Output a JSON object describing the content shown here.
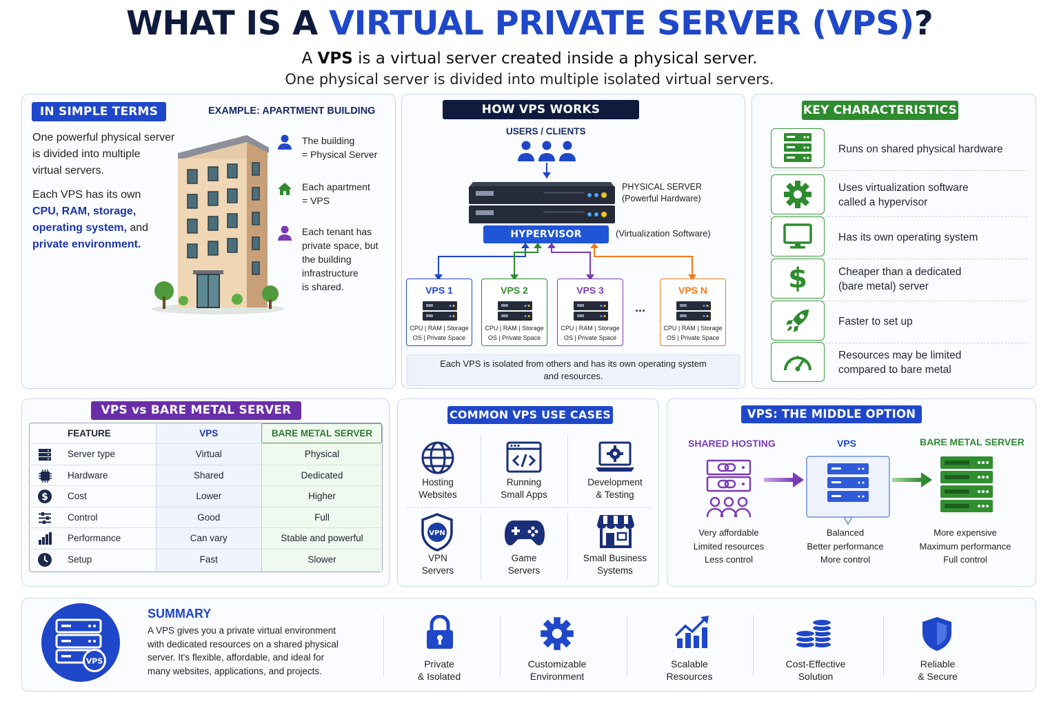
{
  "header": {
    "title_prefix": "WHAT IS A ",
    "title_highlight": "VIRTUAL PRIVATE SERVER (VPS)",
    "title_suffix": "?",
    "subtitle_line1_pre": "A ",
    "subtitle_line1_bold": "VPS",
    "subtitle_line1_post": " is a virtual server created inside a physical server.",
    "subtitle_line2": "One physical server is divided into multiple isolated virtual servers."
  },
  "simple": {
    "badge": "IN SIMPLE TERMS",
    "example_label": "EXAMPLE:  APARTMENT BUILDING",
    "para1": "One powerful physical server\nis divided into multiple\nvirtual servers.",
    "para2_pre": "Each VPS has its own",
    "para2_bold": "CPU, RAM, storage,\noperating system,",
    "para2_and": " and",
    "para2_bold2": "private environment.",
    "bullets": [
      {
        "text": "The building\n= Physical Server",
        "icon": "person-icon"
      },
      {
        "text": "Each apartment\n= VPS",
        "icon": "home-icon"
      },
      {
        "text": "Each tenant has\nprivate space, but\nthe building\ninfrastructure\nis shared.",
        "icon": "tenant-icon"
      }
    ]
  },
  "how": {
    "badge": "HOW VPS WORKS",
    "users_label": "USERS / CLIENTS",
    "physical_label": "PHYSICAL SERVER\n(Powerful Hardware)",
    "hypervisor": "HYPERVISOR",
    "hypervisor_note": "(Virtualization Software)",
    "ellipsis": "...",
    "vps": [
      {
        "name": "VPS 1",
        "color": "#1f47c9",
        "spec": "CPU | RAM | Storage\nOS | Private Space"
      },
      {
        "name": "VPS 2",
        "color": "#2e8b2e",
        "spec": "CPU | RAM | Storage\nOS | Private Space"
      },
      {
        "name": "VPS 3",
        "color": "#7b3bb5",
        "spec": "CPU | RAM | Storage\nOS | Private Space"
      },
      {
        "name": "VPS N",
        "color": "#f07a1a",
        "spec": "CPU | RAM | Storage\nOS | Private Space"
      }
    ],
    "note": "Each VPS is isolated from others and has its own operating system\nand resources."
  },
  "key": {
    "badge": "KEY CHARACTERISTICS",
    "items": [
      {
        "label": "Runs on shared physical hardware",
        "icon": "server-icon"
      },
      {
        "label": "Uses virtualization software\ncalled a hypervisor",
        "icon": "gear-icon"
      },
      {
        "label": "Has its own operating system",
        "icon": "monitor-icon"
      },
      {
        "label": "Cheaper than a dedicated\n(bare metal) server",
        "icon": "dollar-icon"
      },
      {
        "label": "Faster to set up",
        "icon": "rocket-icon"
      },
      {
        "label": "Resources may be limited\ncompared to bare metal",
        "icon": "gauge-icon"
      }
    ]
  },
  "compare": {
    "badge": "VPS vs BARE METAL SERVER",
    "headers": [
      "FEATURE",
      "VPS",
      "BARE METAL SERVER"
    ],
    "rows": [
      {
        "feature": "Server type",
        "vps": "Virtual",
        "bare": "Physical",
        "icon": "server-icon"
      },
      {
        "feature": "Hardware",
        "vps": "Shared",
        "bare": "Dedicated",
        "icon": "chip-icon"
      },
      {
        "feature": "Cost",
        "vps": "Lower",
        "bare": "Higher",
        "icon": "dollar-icon"
      },
      {
        "feature": "Control",
        "vps": "Good",
        "bare": "Full",
        "icon": "sliders-icon"
      },
      {
        "feature": "Performance",
        "vps": "Can vary",
        "bare": "Stable and powerful",
        "icon": "bar-chart-icon"
      },
      {
        "feature": "Setup",
        "vps": "Fast",
        "bare": "Slower",
        "icon": "clock-icon"
      }
    ]
  },
  "usecases": {
    "badge": "COMMON VPS USE CASES",
    "items": [
      {
        "label": "Hosting\nWebsites",
        "icon": "globe-icon"
      },
      {
        "label": "Running\nSmall Apps",
        "icon": "code-window-icon"
      },
      {
        "label": "Development\n& Testing",
        "icon": "laptop-gear-icon"
      },
      {
        "label": "VPN\nServers",
        "icon": "vpn-shield-icon",
        "icon_text": "VPN"
      },
      {
        "label": "Game\nServers",
        "icon": "gamepad-icon"
      },
      {
        "label": "Small Business\nSystems",
        "icon": "storefront-icon"
      }
    ]
  },
  "middle": {
    "badge": "VPS: THE MIDDLE OPTION",
    "columns": [
      {
        "title": "SHARED HOSTING",
        "color": "#7b3bb5",
        "desc": "Very affordable\nLimited resources\nLess control"
      },
      {
        "title": "VPS",
        "color": "#1f47c9",
        "desc": "Balanced\nBetter performance\nMore control"
      },
      {
        "title": "BARE METAL SERVER",
        "color": "#2e8b2e",
        "desc": "More expensive\nMaximum performance\nFull control"
      }
    ]
  },
  "summary": {
    "logo_text": "VPS",
    "title": "SUMMARY",
    "text": "A VPS gives you a private virtual environment\nwith dedicated resources on a shared physical\nserver. It's flexible, affordable, and ideal for\nmany websites, applications, and projects.",
    "items": [
      {
        "label": "Private\n& Isolated",
        "icon": "lock-icon"
      },
      {
        "label": "Customizable\nEnvironment",
        "icon": "gear-icon"
      },
      {
        "label": "Scalable\nResources",
        "icon": "growth-chart-icon"
      },
      {
        "label": "Cost-Effective\nSolution",
        "icon": "coins-icon"
      },
      {
        "label": "Reliable\n& Secure",
        "icon": "shield-icon"
      }
    ]
  },
  "colors": {
    "navy": "#0e1b3d",
    "blue": "#1f47c9",
    "green": "#2e8b2e",
    "purple": "#7b3bb5",
    "orange": "#f07a1a"
  }
}
